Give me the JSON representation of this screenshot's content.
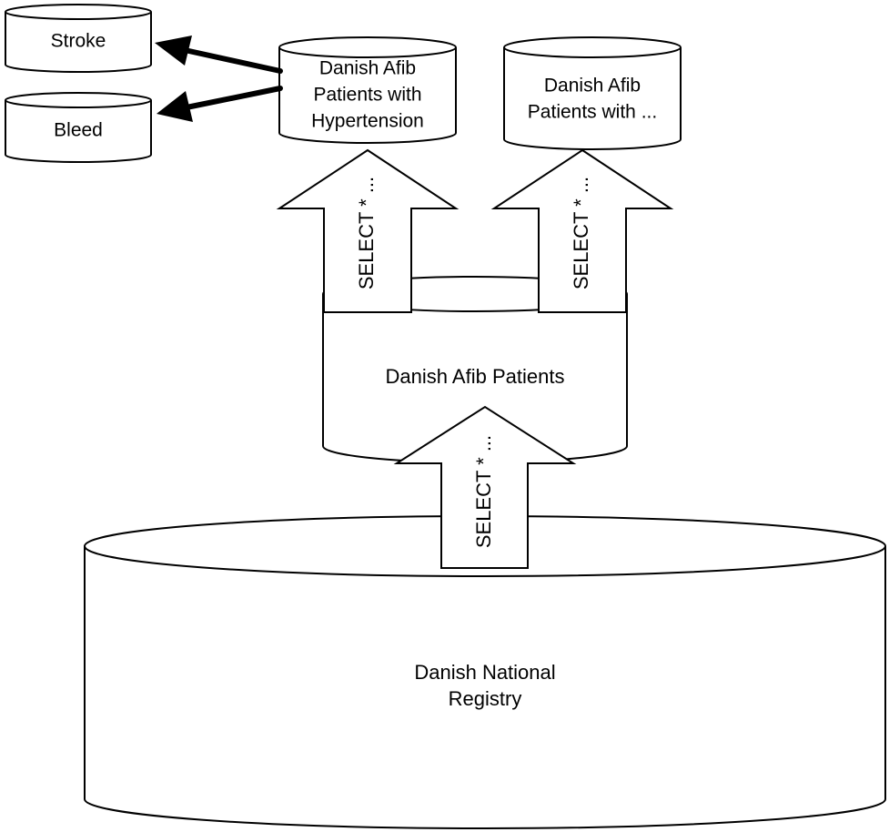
{
  "nodes": {
    "stroke": "Stroke",
    "bleed": "Bleed",
    "hypertension": [
      "Danish Afib",
      "Patients with",
      "Hypertension"
    ],
    "other_subset": [
      "Danish Afib",
      "Patients with ..."
    ],
    "afib": "Danish Afib Patients",
    "registry": [
      "Danish National",
      "Registry"
    ]
  },
  "arrows": {
    "select_registry": "SELECT * ...",
    "select_hypertension": "SELECT * ...",
    "select_other": "SELECT * ..."
  }
}
